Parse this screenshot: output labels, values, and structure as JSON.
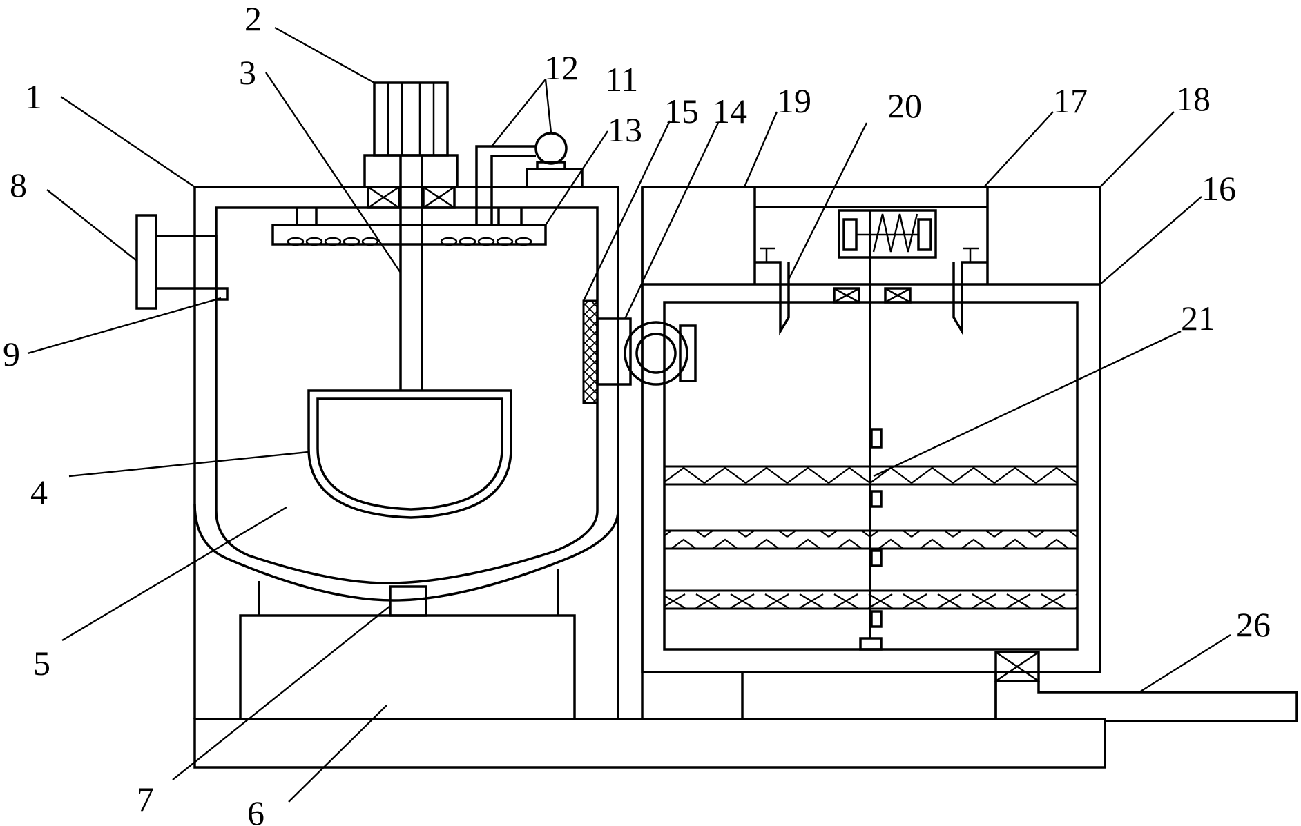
{
  "labels": {
    "l1": "1",
    "l2": "2",
    "l3": "3",
    "l4": "4",
    "l5": "5",
    "l6": "6",
    "l7": "7",
    "l8": "8",
    "l9": "9",
    "l11": "11",
    "l12": "12",
    "l13": "13",
    "l14": "14",
    "l15": "15",
    "l16": "16",
    "l17": "17",
    "l18": "18",
    "l19": "19",
    "l20": "20",
    "l21": "21",
    "l26": "26"
  }
}
